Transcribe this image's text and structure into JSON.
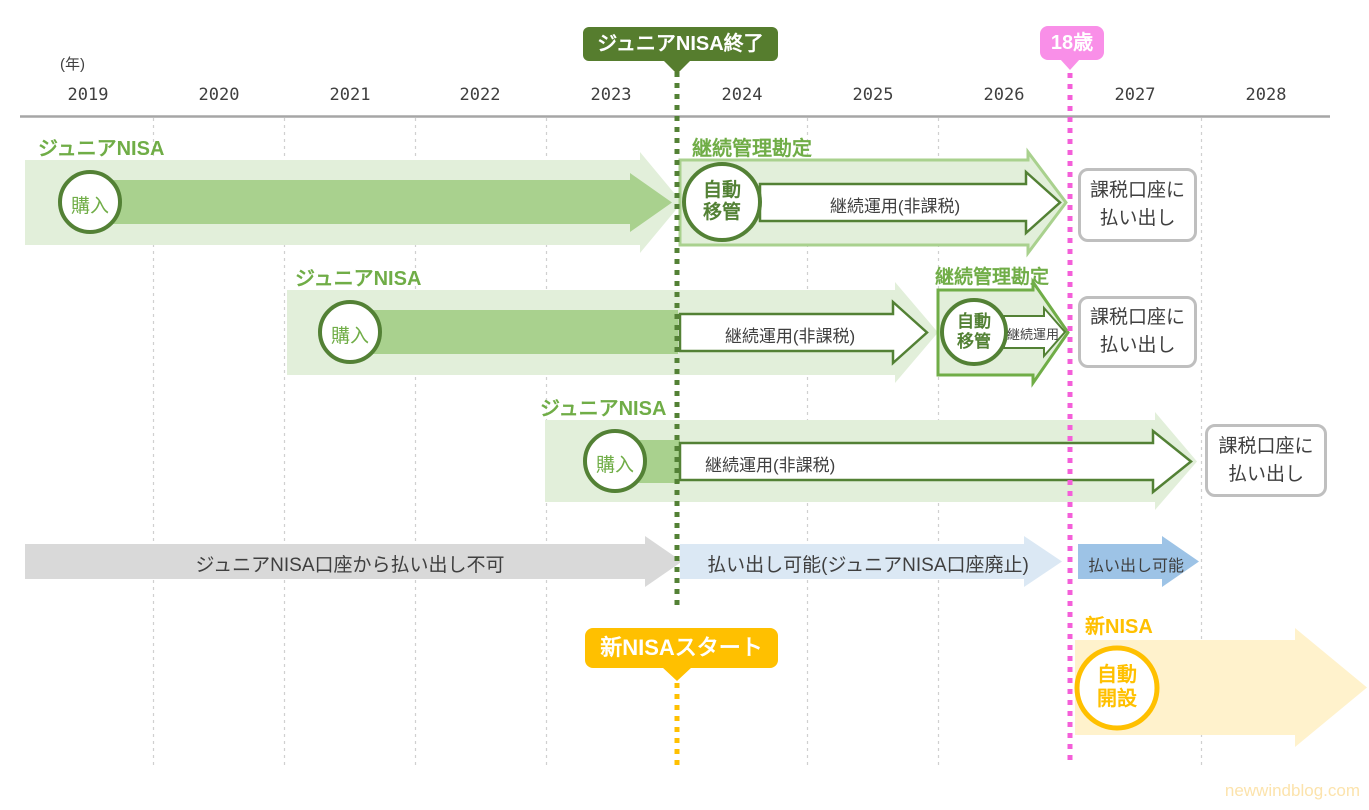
{
  "colors": {
    "green_dark": "#538135",
    "green_badge": "#567d2e",
    "green_mid": "#70ad47",
    "green_fill": "#a9d18e",
    "green_pale": "#e2efda",
    "pink_badge": "#f98fe8",
    "pink_line": "#f45fd9",
    "orange": "#ffc000",
    "cream": "#fff2cc",
    "watermark": "#fce3ac",
    "gray_arrow": "#d9d9d9",
    "blue_light": "#dbe8f4",
    "blue_mid": "#9dc3e6"
  },
  "axis": {
    "unit_label": "(年)",
    "years": [
      "2019",
      "2020",
      "2021",
      "2022",
      "2023",
      "2024",
      "2025",
      "2026",
      "2027",
      "2028"
    ]
  },
  "markers": {
    "junior_nisa_end": {
      "label": "ジュニアNISA終了"
    },
    "age_18": {
      "label": "18歳"
    },
    "new_nisa_start": {
      "label": "新NISAスタート"
    }
  },
  "rows": [
    {
      "label": "ジュニアNISA",
      "purchase_label": "購入",
      "continuation_label": "継続管理勘定",
      "transfer_line1": "自動",
      "transfer_line2": "移管",
      "operation_label": "継続運用(非課税)",
      "payout_line1": "課税口座に",
      "payout_line2": "払い出し"
    },
    {
      "label": "ジュニアNISA",
      "purchase_label": "購入",
      "operation_label": "継続運用(非課税)",
      "continuation_label": "継続管理勘定",
      "transfer_line1": "自動",
      "transfer_line2": "移管",
      "operation2_label": "継続運用",
      "payout_line1": "課税口座に",
      "payout_line2": "払い出し"
    },
    {
      "label": "ジュニアNISA",
      "purchase_label": "購入",
      "operation_label": "継続運用(非課税)",
      "payout_line1": "課税口座に",
      "payout_line2": "払い出し"
    }
  ],
  "withdrawal": {
    "before": "ジュニアNISA口座から払い出し不可",
    "after": "払い出し可能(ジュニアNISA口座廃止)",
    "after_18": "払い出し可能"
  },
  "new_nisa": {
    "label": "新NISA",
    "auto_open_line1": "自動",
    "auto_open_line2": "開設"
  },
  "watermark": "newwindblog.com"
}
